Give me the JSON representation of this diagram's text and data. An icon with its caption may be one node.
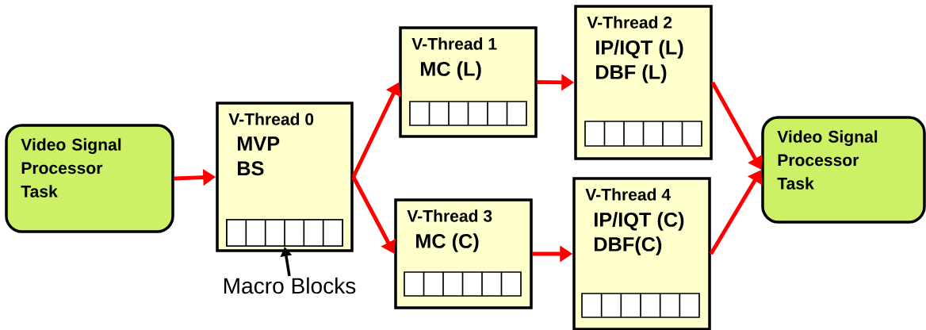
{
  "diagram": {
    "nodes": [
      {
        "text": [
          "Video Signal Processor Task"
        ]
      },
      {
        "text": [
          "V-Thread 0",
          "MVP",
          "BS"
        ]
      },
      {
        "text": [
          "V-Thread 1",
          "MC (L)"
        ]
      },
      {
        "text": [
          "V-Thread 2",
          "IP/IQT (L)",
          "DBF (L)"
        ]
      },
      {
        "text": [
          "V-Thread 3",
          "MC (C)"
        ]
      },
      {
        "text": [
          "V-Thread 4",
          "IP/IQT (C)",
          "DBF(C)"
        ]
      },
      {
        "text": [
          "Video Signal Processor Task"
        ]
      },
      {
        "text": [],
        "shape": "box",
        "in": 1
      },
      {
        "text": [
          "Macro Blocks"
        ]
      }
    ],
    "edges": [
      {
        "from": 0,
        "to": 1,
        "arrow": "to"
      },
      {
        "from": 1,
        "to": 2,
        "arrow": "to"
      },
      {
        "from": 1,
        "to": 4,
        "arrow": "to"
      },
      {
        "from": 2,
        "to": 3,
        "arrow": "to"
      },
      {
        "from": 4,
        "to": 5,
        "arrow": "to"
      },
      {
        "from": 3,
        "to": 6,
        "arrow": "to"
      },
      {
        "from": 5,
        "to": 6,
        "arrow": "to"
      },
      {
        "from": 8,
        "to": 7,
        "arrow": "to",
        "color": "#000000"
      }
    ]
  }
}
